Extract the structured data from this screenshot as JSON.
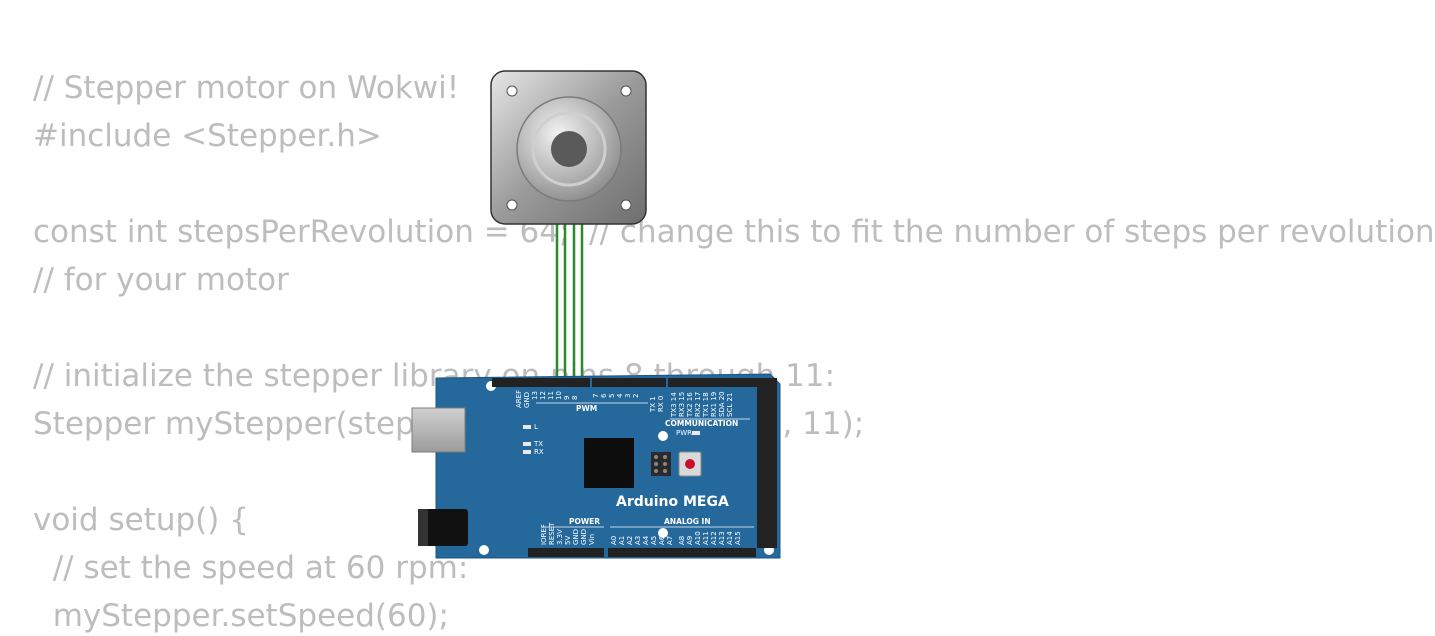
{
  "code_lines": [
    {
      "text": "// Stepper motor on Wokwi!"
    },
    {
      "text": "#include <Stepper.h>"
    },
    {
      "text": ""
    },
    {
      "text": "const int stepsPerRevolution = 64;  // change this to fit the number of steps per revolution"
    },
    {
      "text": "// for your motor"
    },
    {
      "text": ""
    },
    {
      "text": "// initialize the stepper library on pins 8 through 11:"
    },
    {
      "text": "Stepper myStepper(stepsPerRevolution, 8, 9, 10, 11);"
    },
    {
      "text": ""
    },
    {
      "text": "void setup() {"
    },
    {
      "text": "  // set the speed at 60 rpm:"
    },
    {
      "text": "  myStepper.setSpeed(60);"
    }
  ],
  "board": {
    "name": "Arduino MEGA",
    "pwm_label": "PWM",
    "communication_label": "COMMUNICATION",
    "power_label": "POWER",
    "analog_label": "ANALOG IN",
    "pwr_led_label": "PWR",
    "l_led_label": "L",
    "tx_led_label": "TX",
    "rx_led_label": "RX",
    "aref_label": "AREF",
    "gnd_label": "GND",
    "pwm_pins": [
      "13",
      "12",
      "11",
      "10",
      "9",
      "8"
    ],
    "pwm_pins2": [
      "7",
      "6",
      "5",
      "4",
      "3",
      "2"
    ],
    "tx_rx": [
      "TX 1",
      "RX 0"
    ],
    "comm_pins": [
      "TX3 14",
      "RX3 15",
      "TX2 16",
      "RX2 17",
      "TX1 18",
      "RX1 19",
      "SDA 20",
      "SCL 21"
    ],
    "power_pins": [
      "IOREF",
      "RESET",
      "3.3V",
      "5V",
      "GND",
      "GND",
      "Vin"
    ],
    "analog_pins": [
      "A0",
      "A1",
      "A2",
      "A3",
      "A4",
      "A5",
      "A6",
      "A7",
      "A8",
      "A9",
      "A10",
      "A11",
      "A12",
      "A13",
      "A14",
      "A15"
    ]
  },
  "colors": {
    "code_text": "#bdbdbd",
    "board_blue": "#25689c",
    "wire_green": "#2b8a2b",
    "reset_red": "#c8102e"
  }
}
